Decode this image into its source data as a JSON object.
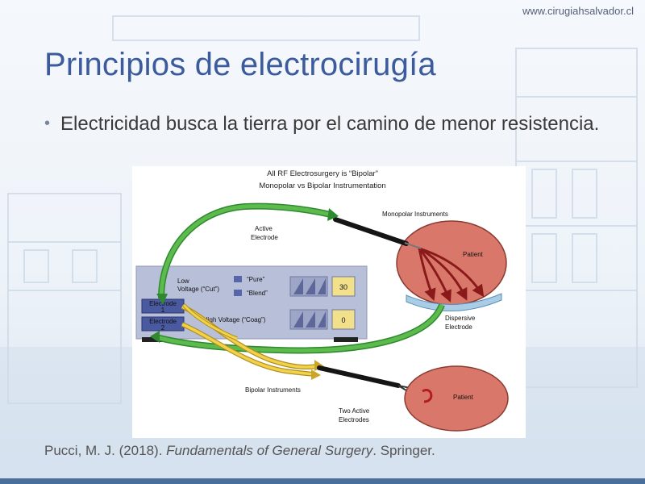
{
  "header": {
    "site": "www.cirugiahsalvador.cl"
  },
  "slide": {
    "title": "Principios de electrocirugía",
    "bullet": "Electricidad busca la tierra por el camino de menor resistencia."
  },
  "figure": {
    "title_line1": "All RF Electrosurgery is “Bipolar”",
    "title_line2": "Monopolar vs Bipolar Instrumentation",
    "active_electrode_line1": "Active",
    "active_electrode_line2": "Electrode",
    "monopolar_instruments": "Monopolar Instruments",
    "patient_top": "Patient",
    "patient_bottom": "Patient",
    "dispersive_line1": "Dispersive",
    "dispersive_line2": "Electrode",
    "low_voltage_line1": "Low",
    "low_voltage_line2": "Voltage (“Cut”)",
    "pure": "“Pure”",
    "blend": "“Blend”",
    "high_voltage": "High Voltage (“Coag”)",
    "electrode1_line1": "Electrode",
    "electrode1_line2": "1",
    "electrode2_line1": "Electrode",
    "electrode2_line2": "2",
    "display_top": "30",
    "display_bottom": "0",
    "bipolar_instruments": "Bipolar Instruments",
    "two_active_line1": "Two Active",
    "two_active_line2": "Electrodes",
    "colors": {
      "green_arrow": "#3a9a3a",
      "yellow_arrow": "#e8c43a",
      "patient_fill": "#d9786a",
      "generator": "#b8bfd8",
      "dispersive_pad": "#a9cde6",
      "display_yellow": "#f2e08a"
    }
  },
  "citation": {
    "author": "Pucci, M. J. (2018). ",
    "book": "Fundamentals of General Surgery",
    "publisher": ". Springer."
  }
}
